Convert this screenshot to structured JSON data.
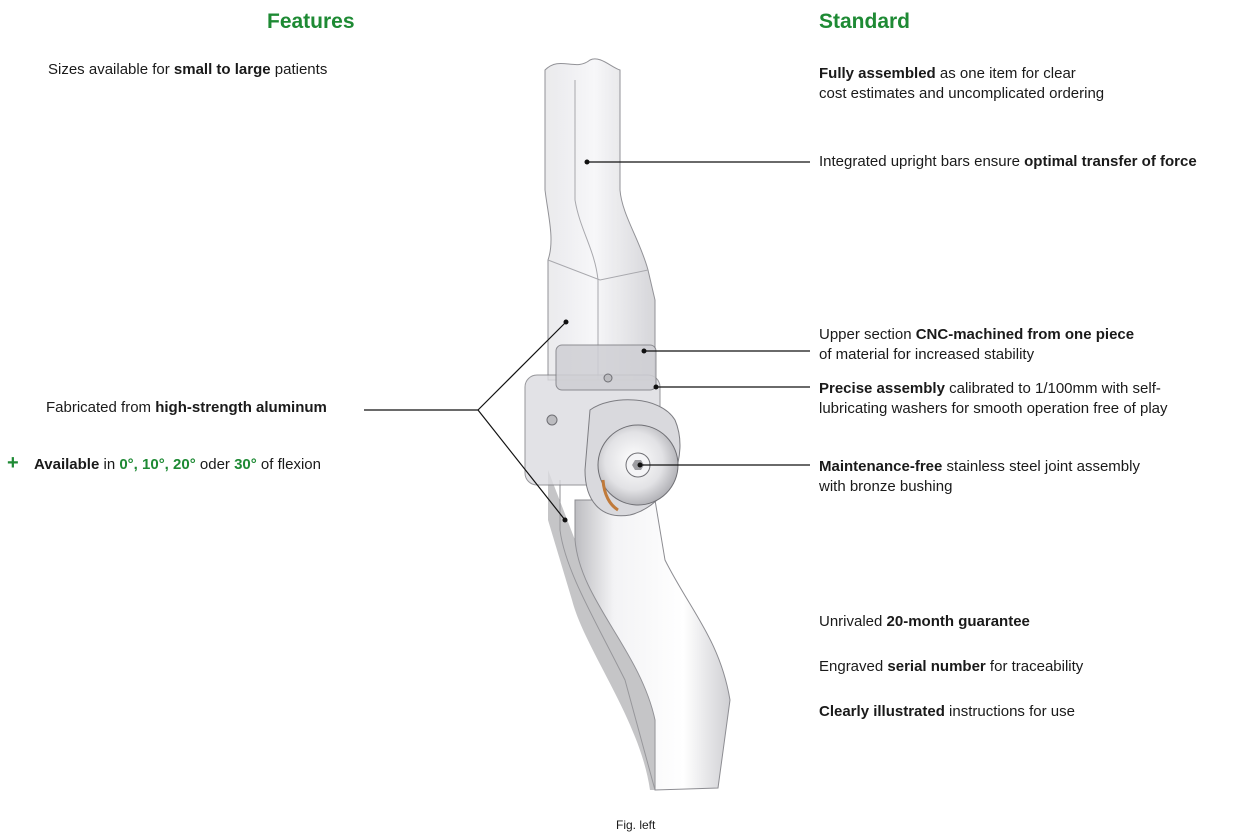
{
  "headings": {
    "features": "Features",
    "standard": "Standard"
  },
  "features": {
    "sizes": {
      "pre": "Sizes available for ",
      "bold": "small to large",
      "post": " patients"
    },
    "aluminum": {
      "pre": "Fabricated from ",
      "bold": "high-strength aluminum"
    },
    "available": {
      "plus": "+",
      "bold": "Available",
      "in": " in ",
      "angles": "0°, 10°, 20°",
      "oder": " oder ",
      "last": "30°",
      "post": " of flexion"
    }
  },
  "standard": {
    "assembled": {
      "bold": "Fully assembled",
      "line1": " as one item for clear",
      "line2": "cost estimates and uncomplicated ordering"
    },
    "upright": {
      "pre": "Integrated upright bars ensure ",
      "bold": "optimal transfer of force"
    },
    "cnc": {
      "pre": "Upper section ",
      "bold": "CNC-machined from one piece",
      "line2": "of material for increased stability"
    },
    "precise": {
      "bold": "Precise assembly",
      "line1": " calibrated to 1/100mm with self-",
      "line2": "lubricating washers for smooth operation free of play"
    },
    "maintenance": {
      "bold": "Maintenance-free",
      "line1": " stainless steel joint assembly",
      "line2": "with bronze bushing"
    },
    "guarantee": {
      "pre": "Unrivaled ",
      "bold": "20-month guarantee"
    },
    "serial": {
      "pre": "Engraved ",
      "bold": "serial number",
      "post": " for traceability"
    },
    "illustrated": {
      "bold": "Clearly illustrated",
      "post": " instructions for use"
    }
  },
  "caption": "Fig. left"
}
